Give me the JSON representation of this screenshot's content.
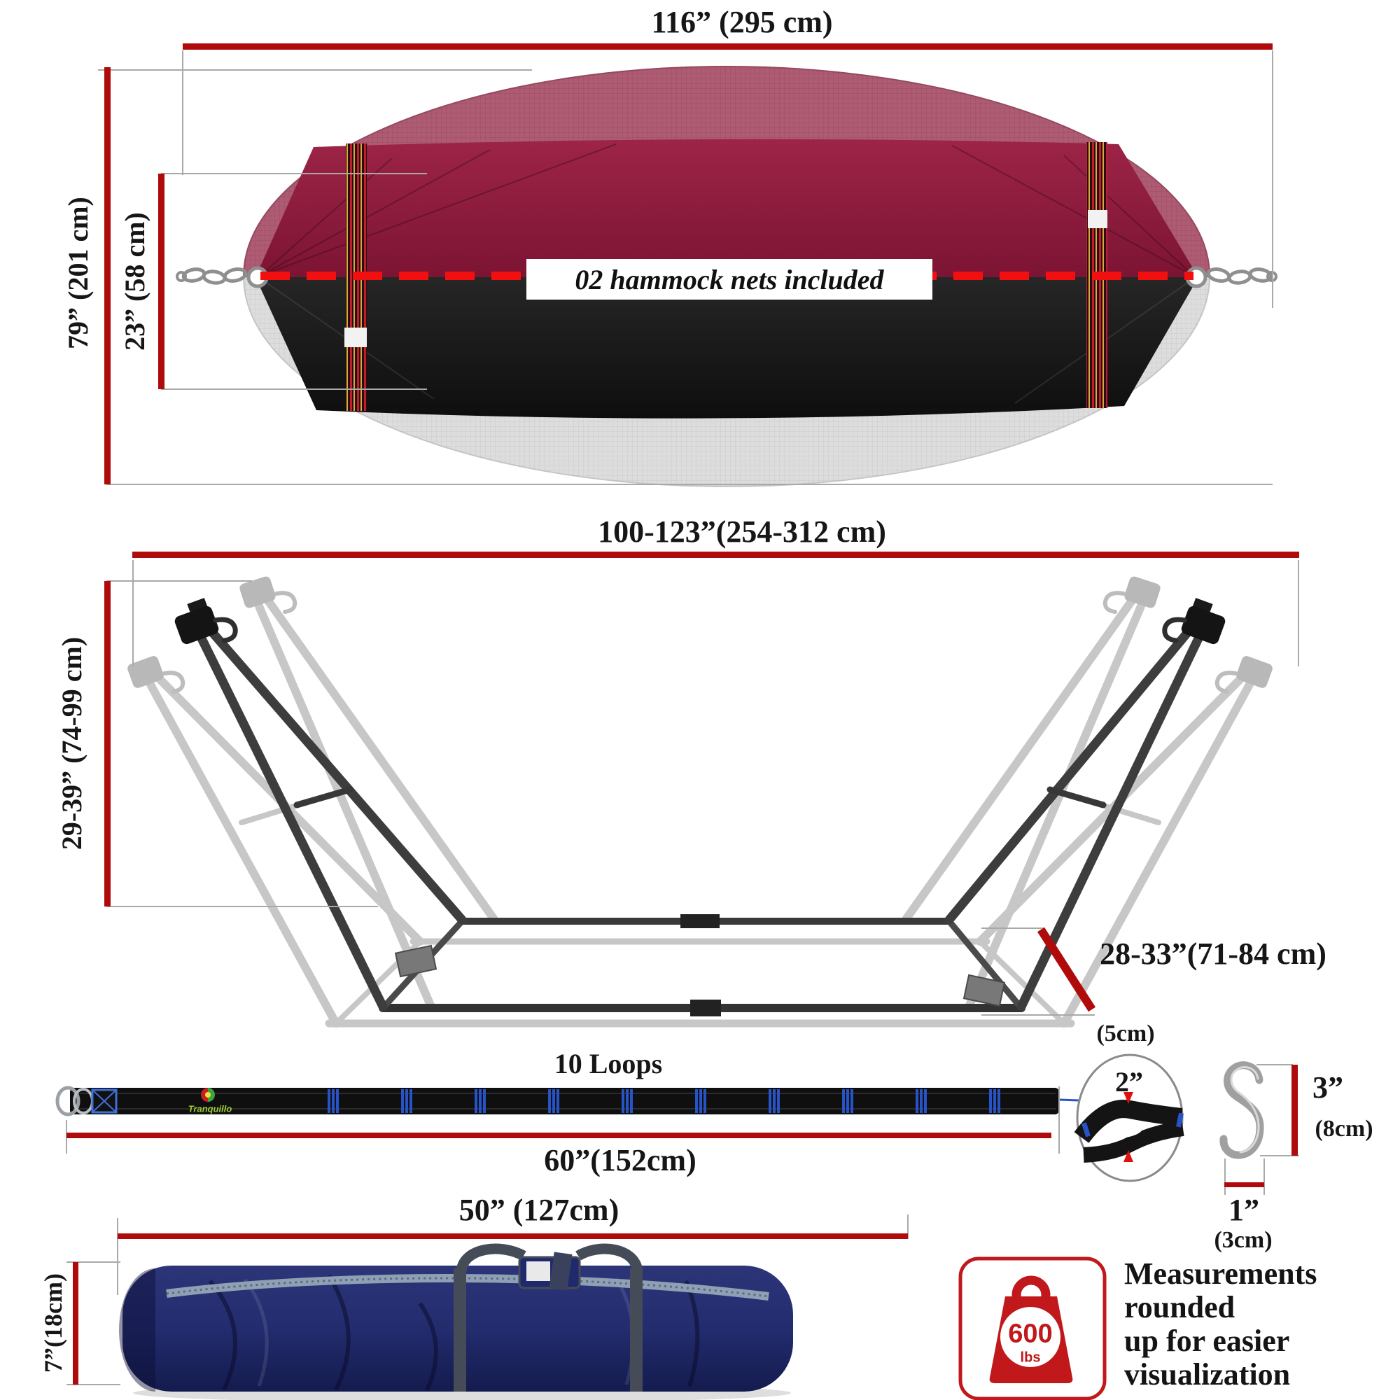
{
  "hammock": {
    "width_label": "116” (295 cm)",
    "height_label": "79” (201 cm)",
    "bed_width_label": "23” (58 cm)",
    "note": "02 hammock nets included"
  },
  "stand": {
    "length_label": "100-123”(254-312 cm)",
    "height_label": "29-39” (74-99 cm)",
    "leg_label": "28-33”(71-84 cm)"
  },
  "strap": {
    "loops_label": "10 Loops",
    "length_label": "60”(152cm)",
    "brand": "Tranquillo",
    "loop_width_in": "2”",
    "loop_width_cm": "(5cm)"
  },
  "hook": {
    "height_in": "3”",
    "height_cm": "(8cm)",
    "width_in": "1”",
    "width_cm": "(3cm)"
  },
  "bag": {
    "length_label": "50” (127cm)",
    "height_label": "7”(18cm)"
  },
  "capacity": {
    "value": "600",
    "unit": "lbs"
  },
  "disclaimer": {
    "lines": [
      "Measurements",
      "rounded",
      "up for easier",
      "visualization"
    ]
  },
  "colors": {
    "dimension_red": "#b00b0b",
    "dashed_red": "#f10f0f",
    "hammock_maroon": "#8e1a3c",
    "hammock_black": "#181818",
    "net_maroon": "#a84f68",
    "net_ghost": "#dcdcdc",
    "stand_dark": "#3a3a3a",
    "stand_ghost": "#c7c7c7",
    "strap_black": "#0f0f0f",
    "strap_blue": "#2753c9",
    "bag_navy": "#232c6e",
    "weight_red": "#c0181b"
  }
}
